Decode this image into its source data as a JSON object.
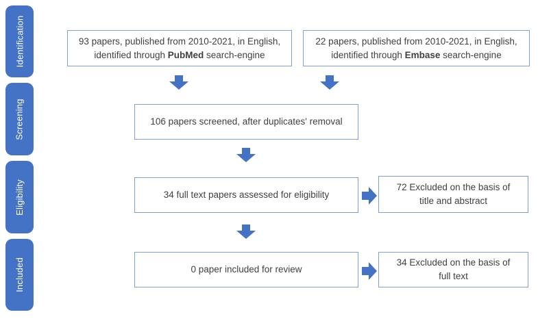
{
  "colors": {
    "stage_fill": "#4472c4",
    "arrow_fill": "#4472c4",
    "box_border": "#7f9fcf",
    "text": "#404040"
  },
  "stages": [
    {
      "id": "identification",
      "label": "Identification"
    },
    {
      "id": "screening",
      "label": "Screening"
    },
    {
      "id": "eligibility",
      "label": "Eligibility"
    },
    {
      "id": "included",
      "label": "Included"
    }
  ],
  "boxes": {
    "pubmed": {
      "line1": "93 papers, published from 2010-2021, in English,",
      "line2_prefix": "identified through ",
      "line2_bold": "PubMed",
      "line2_suffix": " search-engine"
    },
    "embase": {
      "line1": "22 papers, published from 2010-2021, in English,",
      "line2_prefix": "identified through ",
      "line2_bold": "Embase",
      "line2_suffix": " search-engine"
    },
    "screened": {
      "text": "106 papers screened, after duplicates' removal"
    },
    "fulltext": {
      "text": "34 full text papers assessed for eligibility"
    },
    "excluded_title": {
      "text": "72 Excluded on the basis of title and abstract"
    },
    "included": {
      "text": "0 paper included for review"
    },
    "excluded_fulltext": {
      "text": "34 Excluded on the basis of full text"
    }
  }
}
